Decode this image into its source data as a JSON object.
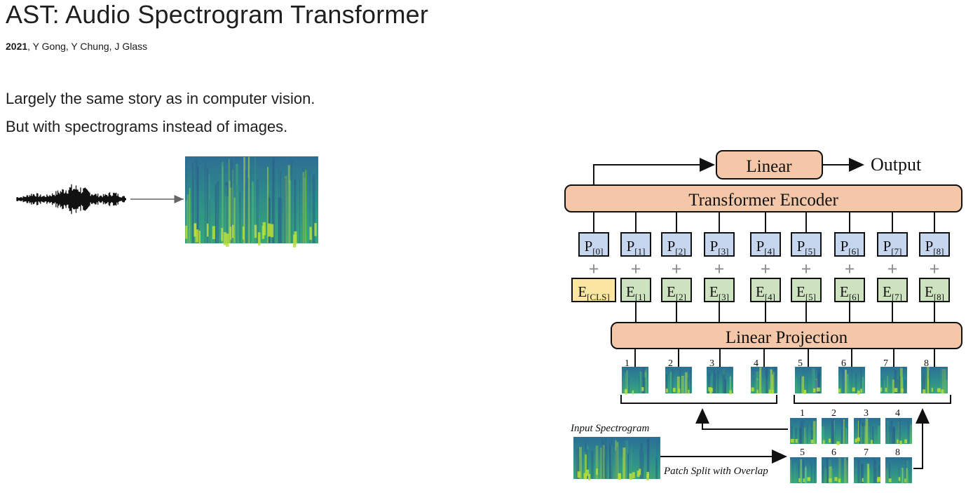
{
  "slide": {
    "title": "AST: Audio Spectrogram Transformer",
    "authors_year": "2021",
    "authors_names": ", Y Gong, Y Chung, J Glass",
    "lines": [
      "Largely the same story as in computer vision.",
      "But with spectrograms instead of images."
    ]
  },
  "diagram": {
    "linear_label": "Linear",
    "output_label": "Output",
    "encoder_label": "Transformer Encoder",
    "projection_label": "Linear Projection",
    "input_label": "Input Spectrogram",
    "split_label": "Patch Split with Overlap",
    "plus_glyph": "+",
    "position_tokens": [
      {
        "base": "P",
        "sub": "[0]"
      },
      {
        "base": "P",
        "sub": "[1]"
      },
      {
        "base": "P",
        "sub": "[2]"
      },
      {
        "base": "P",
        "sub": "[3]"
      },
      {
        "base": "P",
        "sub": "[4]"
      },
      {
        "base": "P",
        "sub": "[5]"
      },
      {
        "base": "P",
        "sub": "[6]"
      },
      {
        "base": "P",
        "sub": "[7]"
      },
      {
        "base": "P",
        "sub": "[8]"
      }
    ],
    "embedding_tokens": [
      {
        "base": "E",
        "sub": "[CLS]"
      },
      {
        "base": "E",
        "sub": "[1]"
      },
      {
        "base": "E",
        "sub": "[2]"
      },
      {
        "base": "E",
        "sub": "[3]"
      },
      {
        "base": "E",
        "sub": "[4]"
      },
      {
        "base": "E",
        "sub": "[5]"
      },
      {
        "base": "E",
        "sub": "[6]"
      },
      {
        "base": "E",
        "sub": "[7]"
      },
      {
        "base": "E",
        "sub": "[8]"
      }
    ],
    "patch_numbers": [
      "1",
      "2",
      "3",
      "4",
      "5",
      "6",
      "7",
      "8"
    ],
    "grid_numbers": [
      "1",
      "2",
      "3",
      "4",
      "5",
      "6",
      "7",
      "8"
    ]
  },
  "colors": {
    "encoder_fill": "#f4c7a8",
    "position_fill": "#c5d6ee",
    "embedding_fill": "#cde3bf",
    "cls_fill": "#fbe7a2",
    "spectro_base": "#2f8f8a",
    "spectro_dark": "#2b5d8c",
    "spectro_bright": "#b8de3a"
  }
}
